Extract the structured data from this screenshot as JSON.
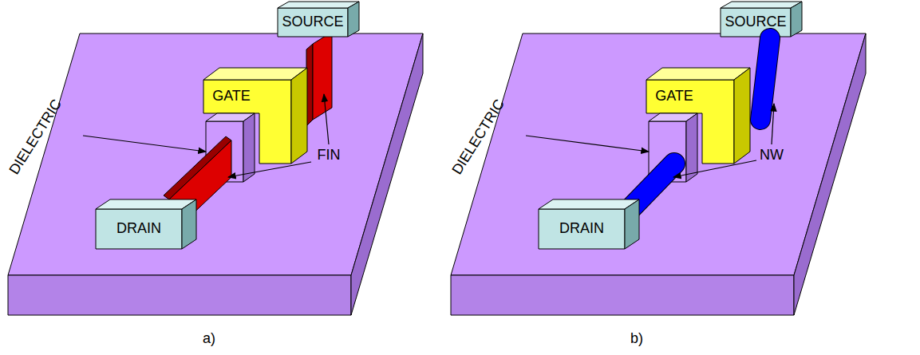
{
  "diagram": {
    "nodes": [
      {
        "text": [
          "SOURCE"
        ]
      },
      {
        "text": [
          "GATE"
        ]
      },
      {
        "text": [
          "DRAIN"
        ]
      },
      {
        "text": [
          "SOURCE"
        ]
      },
      {
        "text": [
          "GATE"
        ]
      },
      {
        "text": [
          "DRAIN"
        ]
      }
    ],
    "labels": [
      "DIELECTRIC",
      "FIN",
      "a)",
      "DIELECTRIC",
      "NW",
      "b)"
    ]
  }
}
